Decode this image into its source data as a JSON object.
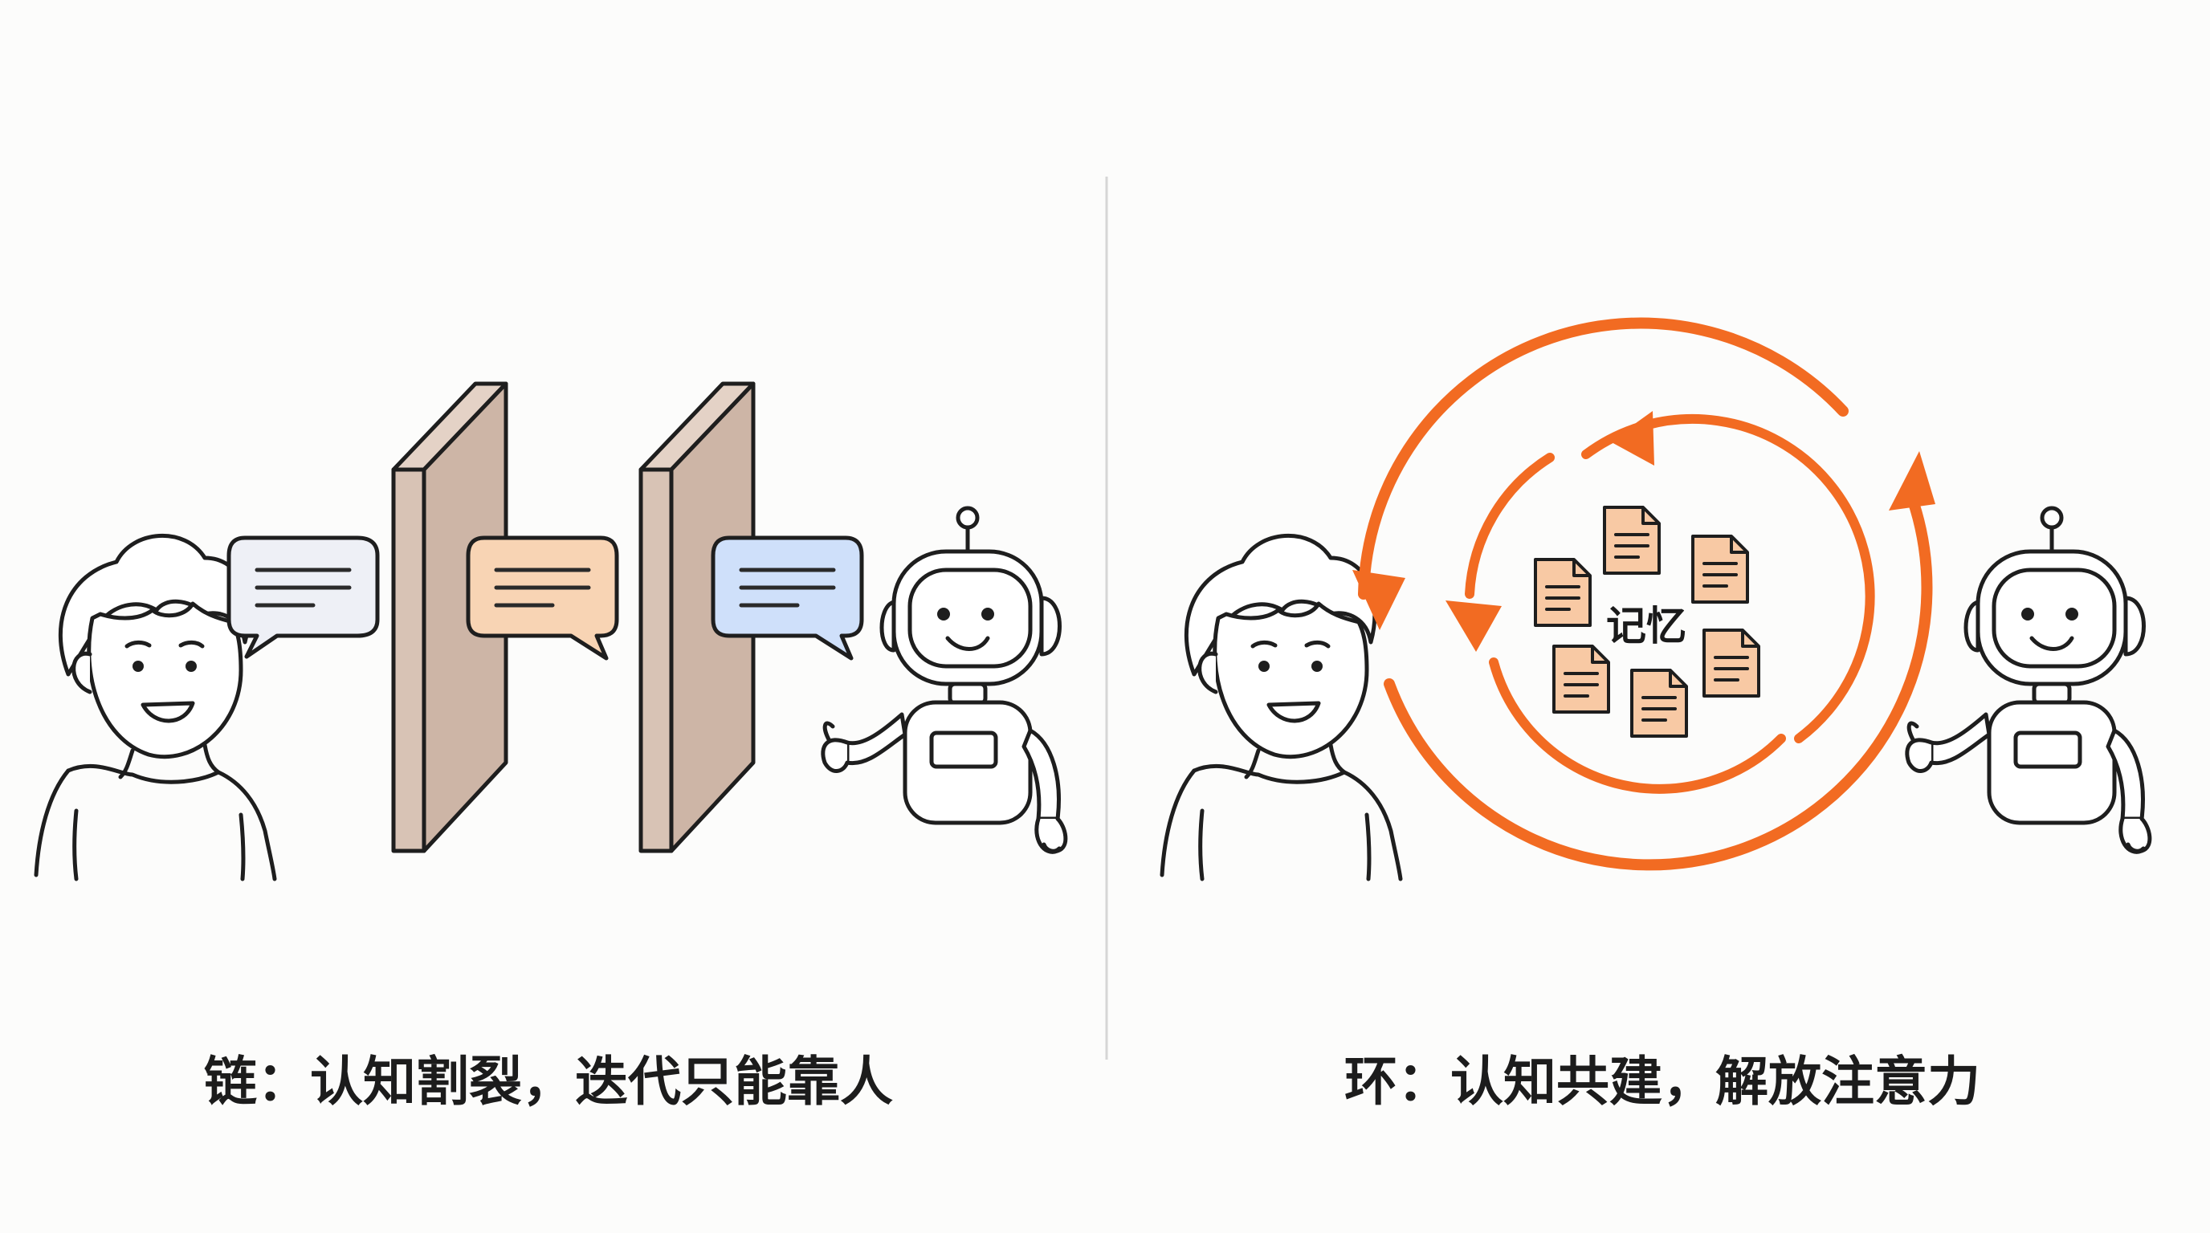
{
  "left_panel": {
    "caption": "链：认知割裂，迭代只能靠人"
  },
  "right_panel": {
    "caption": "环：认知共建，解放注意力",
    "memory_label": "记忆"
  },
  "colors": {
    "loop_orange": "#f26b22",
    "wall_fill": "#d8c3b5",
    "bubble_gray": "#eef0f6",
    "bubble_peach": "#f8d4b4",
    "bubble_blue": "#cfe0fa",
    "doc_fill": "#f8c9a4",
    "ink": "#1e1e1e"
  },
  "icons": {
    "person": "person-icon",
    "robot": "robot-icon",
    "wall": "wall-icon",
    "speech_bubble": "speech-bubble-icon",
    "document": "document-icon",
    "loop_arrow": "circular-arrow-icon"
  }
}
